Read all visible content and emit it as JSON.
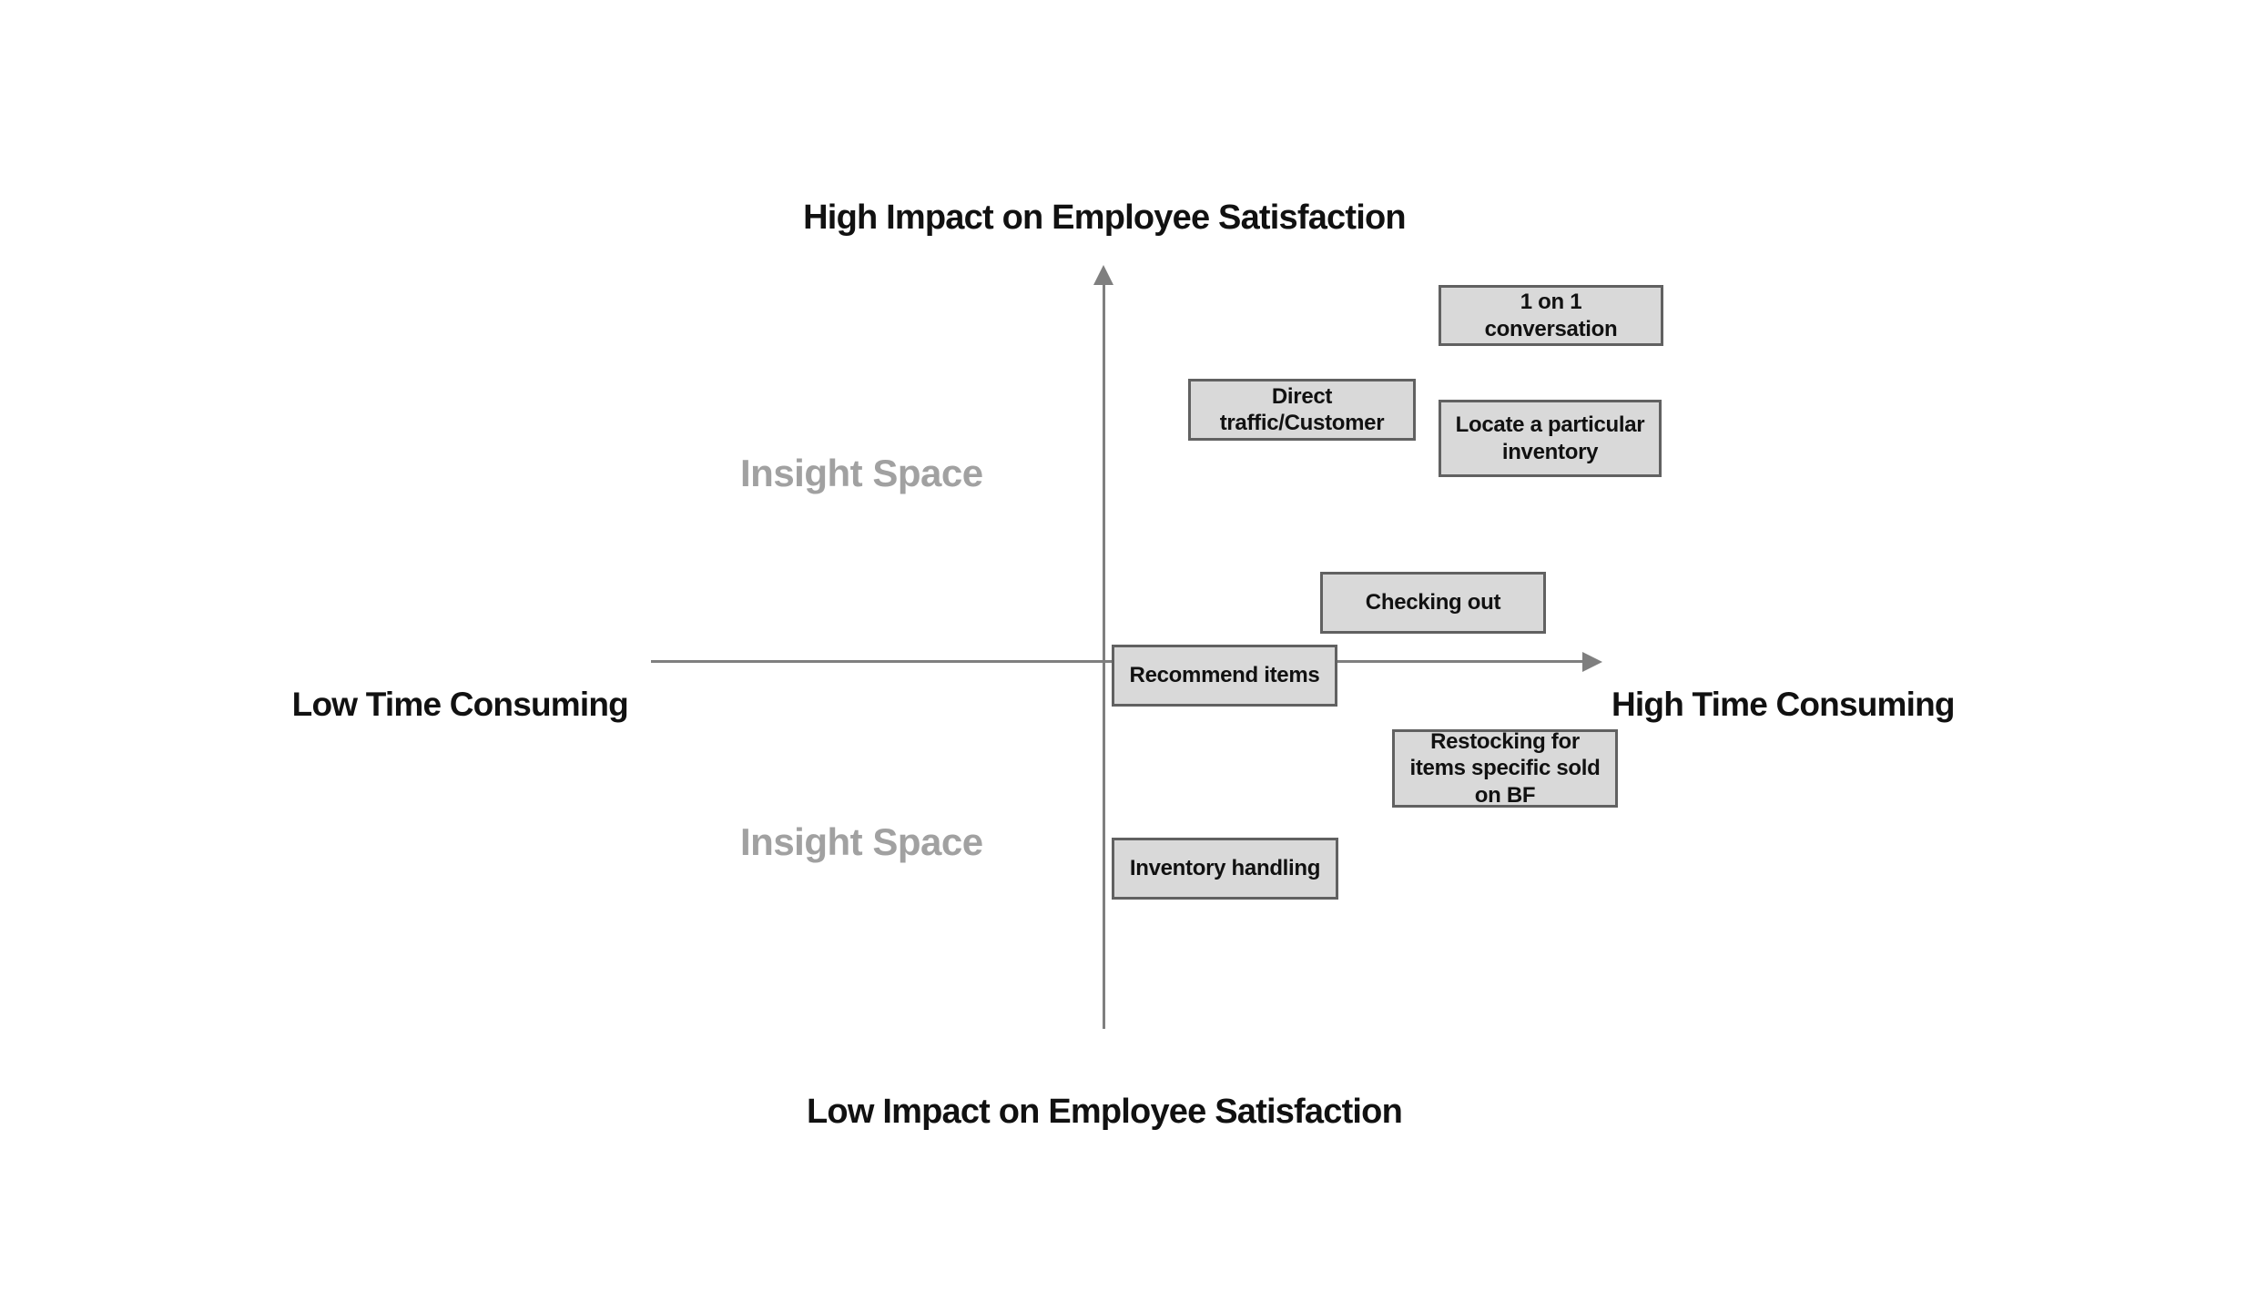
{
  "diagram": {
    "title_top": "High Impact on Employee Satisfaction",
    "title_bottom": "Low Impact on Employee Satisfaction",
    "axis_left_label": "Low Time Consuming",
    "axis_right_label": "High Time Consuming",
    "quadrant_label_upper": "Insight Space",
    "quadrant_label_lower": "Insight Space",
    "nodes": [
      {
        "label": "1 on 1 conversation"
      },
      {
        "label": "Direct traffic/Customer"
      },
      {
        "label": "Locate a particular inventory"
      },
      {
        "label": "Checking out"
      },
      {
        "label": "Recommend items"
      },
      {
        "label": "Restocking for items specific sold on BF"
      },
      {
        "label": "Inventory handling"
      }
    ],
    "colors": {
      "background": "#ffffff",
      "node_fill": "#d9d9d9",
      "node_border": "#616161",
      "axis": "#7f7f7f",
      "quadrant_label": "#a1a1a1",
      "text": "#111111"
    }
  }
}
